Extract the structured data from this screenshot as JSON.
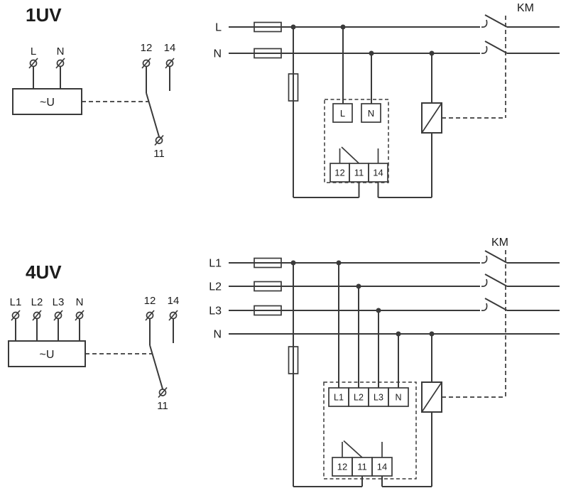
{
  "colors": {
    "line": "#3a3a3a",
    "text": "#1c1c1c",
    "background": "#ffffff"
  },
  "diagram_1uv": {
    "title": "1UV",
    "symbol": {
      "terminal_l": "L",
      "terminal_n": "N",
      "device": "~U",
      "terminal_12": "12",
      "terminal_14": "14",
      "terminal_11": "11"
    },
    "schematic": {
      "line_l": "L",
      "line_n": "N",
      "contactor": "KM",
      "relay": {
        "input_l": "L",
        "input_n": "N",
        "out_12": "12",
        "out_11": "11",
        "out_14": "14"
      }
    }
  },
  "diagram_4uv": {
    "title": "4UV",
    "symbol": {
      "terminal_l1": "L1",
      "terminal_l2": "L2",
      "terminal_l3": "L3",
      "terminal_n": "N",
      "device": "~U",
      "terminal_12": "12",
      "terminal_14": "14",
      "terminal_11": "11"
    },
    "schematic": {
      "line_l1": "L1",
      "line_l2": "L2",
      "line_l3": "L3",
      "line_n": "N",
      "contactor": "KM",
      "relay": {
        "input_l1": "L1",
        "input_l2": "L2",
        "input_l3": "L3",
        "input_n": "N",
        "out_12": "12",
        "out_11": "11",
        "out_14": "14"
      }
    }
  }
}
